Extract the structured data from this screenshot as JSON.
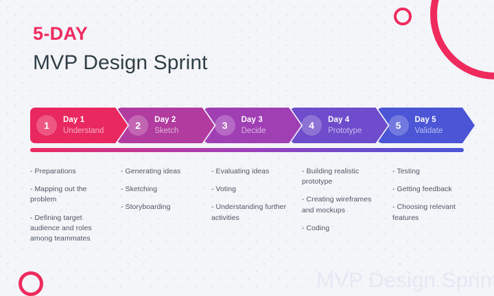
{
  "header": {
    "eyebrow": "5-DAY",
    "title": "MVP Design Sprint"
  },
  "watermark": {
    "text": "MVP Design Sprint"
  },
  "colors": {
    "background": "#f4f5f9",
    "eyebrow": "#ee2a5f",
    "title": "#2f3e46",
    "accent_pink": "#ef2b5e",
    "dot": "#dfe2ee",
    "body_text": "#4c5563",
    "divider_gradient": "linear-gradient(90deg, #ee2a5f 0%, #b53ba6 33%, #9b40bd 52%, #6a4ccb 76%, #4b55d6 100%)"
  },
  "steps": [
    {
      "number": "1",
      "day": "Day 1",
      "label": "Understand",
      "color": "#e8285f"
    },
    {
      "number": "2",
      "day": "Day 2",
      "label": "Sketch",
      "color": "#b13b9f"
    },
    {
      "number": "3",
      "day": "Day 3",
      "label": "Decide",
      "color": "#a03fb4"
    },
    {
      "number": "4",
      "day": "Day 4",
      "label": "Prototype",
      "color": "#6f4ccb"
    },
    {
      "number": "5",
      "day": "Day 5",
      "label": "Validate",
      "color": "#4b55d6"
    }
  ],
  "columns": [
    {
      "items": [
        "- Preparations",
        "- Mapping out the problem",
        "- Defining target audience and roles among teammates"
      ]
    },
    {
      "items": [
        "- Generating ideas",
        "- Sketching",
        "- Storyboarding"
      ]
    },
    {
      "items": [
        "- Evaluating ideas",
        "- Voting",
        "- Understanding further activities"
      ]
    },
    {
      "items": [
        "- Building realistic prototype",
        "- Creating wireframes and mockups",
        "- Coding"
      ]
    },
    {
      "items": [
        "- Testing",
        "- Getting feedback",
        "- Choosing relevant features"
      ]
    }
  ]
}
